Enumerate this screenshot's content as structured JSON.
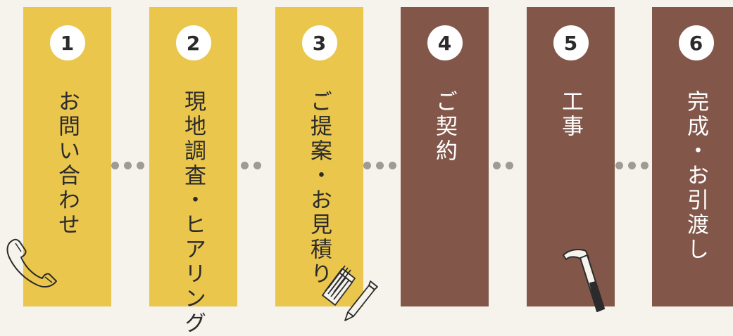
{
  "colors": {
    "background": "#f6f2ec",
    "pending": "#eac64c",
    "current": "#82574a",
    "connector": "#9e9b93",
    "text_dark": "#2b2b2b",
    "text_light": "#ffffff"
  },
  "steps": [
    {
      "number": "1",
      "label": "お問い合わせ",
      "style": "pending",
      "icon": "phone-icon"
    },
    {
      "number": "2",
      "label": "現地調査・ヒアリング",
      "style": "pending",
      "icon": null
    },
    {
      "number": "3",
      "label": "ご提案・お見積り",
      "style": "pending",
      "icon": "notepad-pen-icon"
    },
    {
      "number": "4",
      "label": "ご契約",
      "style": "current",
      "icon": null
    },
    {
      "number": "5",
      "label": "工事",
      "style": "current",
      "icon": "hammer-icon"
    },
    {
      "number": "6",
      "label": "完成・お引渡し",
      "style": "current",
      "icon": null
    }
  ]
}
